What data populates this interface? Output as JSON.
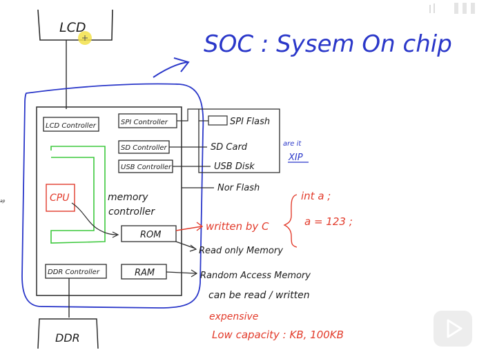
{
  "title": {
    "text": "SOC : Sysem On chip"
  },
  "blocks": {
    "lcd": "LCD",
    "ddr": "DDR",
    "lcd_controller": "LCD Controller",
    "spi_controller": "SPI Controller",
    "sd_controller": "SD Controller",
    "usb_controller": "USB Controller",
    "cpu": "CPU",
    "memory_controller_line1": "memory",
    "memory_controller_line2": "controller",
    "rom": "ROM",
    "ram": "RAM",
    "ddr_controller": "DDR Controller"
  },
  "external": {
    "spi_flash": "SPI Flash",
    "sd_card": "SD Card",
    "usb_disk": "USB Disk",
    "nor_flash": "Nor Flash",
    "bracket_note_line1": "are it",
    "bracket_note_line2": "XIP"
  },
  "notes": {
    "written_by_c": "written by C",
    "code_line1": "int a ;",
    "code_line2": "a = 123 ;",
    "rom_meaning": "Read only Memory",
    "ram_meaning": "Random Access Memory",
    "ram_rw": "can be read / written",
    "expensive": "expensive",
    "low_capacity": "Low capacity : KB, 100KB",
    "side_fragment": "ap"
  },
  "colors": {
    "ink": "#1b1b1b",
    "blue_ink": "#2a37c9",
    "red_ink": "#e23a2a",
    "green_ink": "#3cc83c",
    "highlight": "#f2e04a"
  },
  "icons": {
    "cursor": "cursor-highlight-icon",
    "play": "play-icon"
  }
}
